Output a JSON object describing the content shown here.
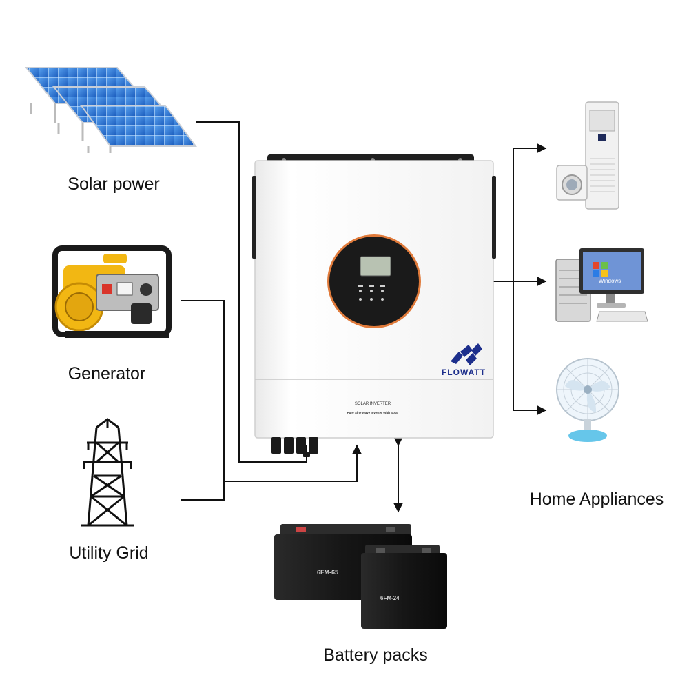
{
  "sources": {
    "solar_label": "Solar power",
    "generator_label": "Generator",
    "grid_label": "Utility Grid"
  },
  "storage": {
    "battery_label": "Battery packs",
    "battery_large_model": "6FM-65",
    "battery_small_model": "6FM-24"
  },
  "loads": {
    "label": "Home Appliances",
    "computer_screen_text": "Windows"
  },
  "inverter": {
    "brand": "FLOWATT",
    "panel_title": "SOLAR INVERTER",
    "panel_subtitle": "Pure Sine Wave Inverter With Solar",
    "body_color": "#f6f6f6",
    "display_ring_color": "#e07a3a"
  },
  "colors": {
    "line": "#111111",
    "brand": "#1d2f8c",
    "solar_cell": "#2f78d6",
    "generator": "#f2b713"
  }
}
